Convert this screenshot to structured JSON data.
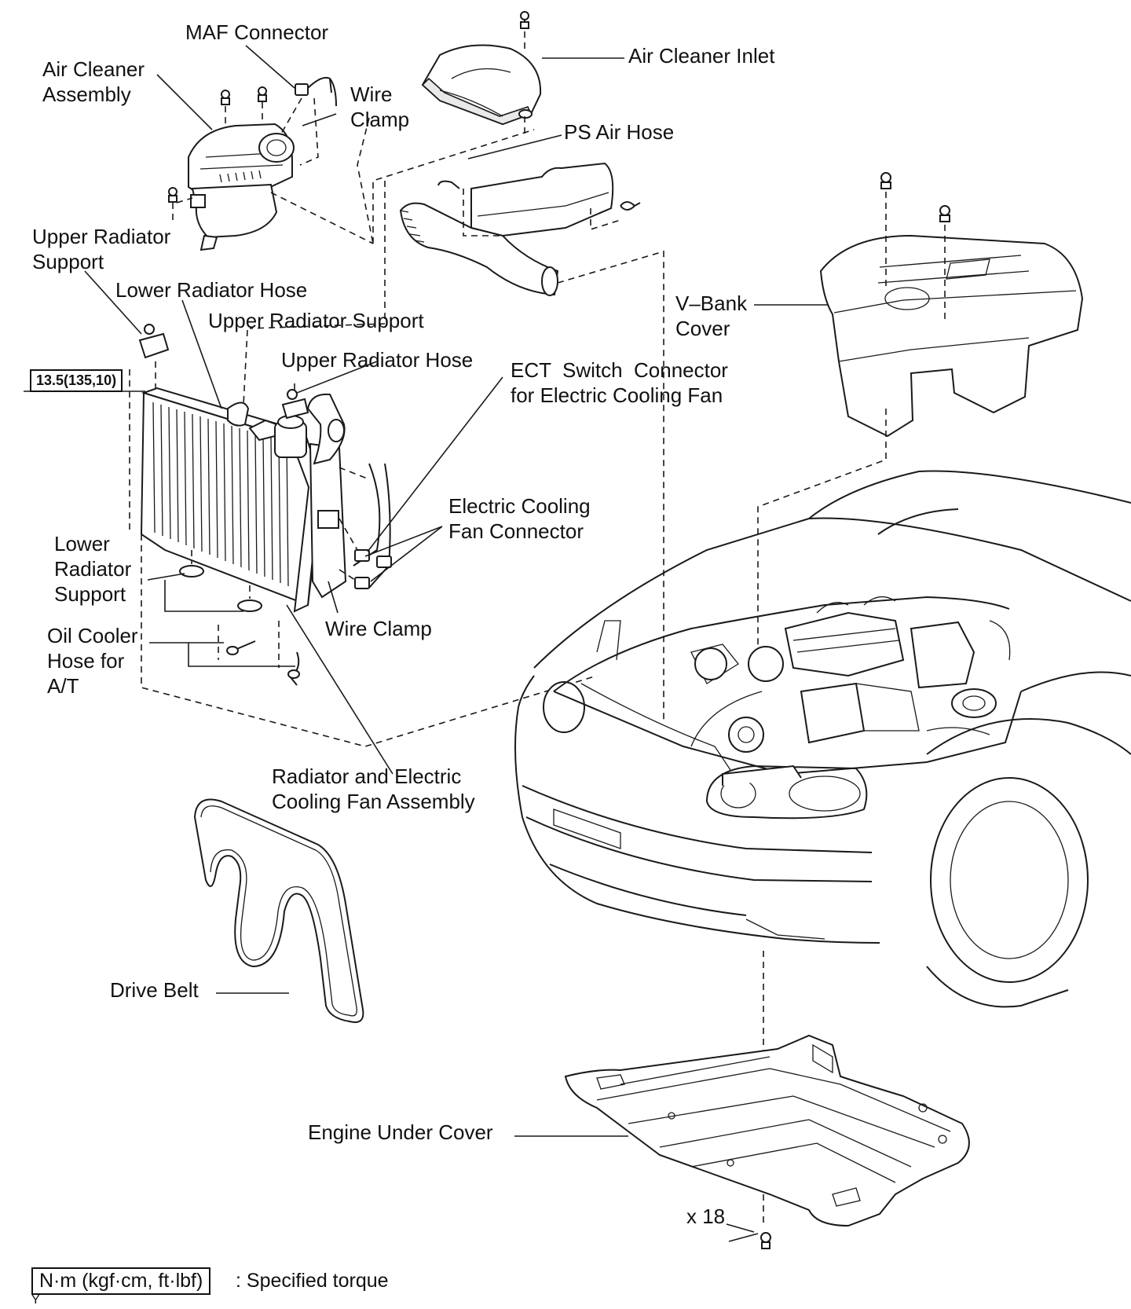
{
  "labels": {
    "maf_connector": "MAF Connector",
    "air_cleaner_assembly": "Air Cleaner\nAssembly",
    "wire_clamp_top": "Wire\nClamp",
    "air_cleaner_inlet": "Air Cleaner Inlet",
    "ps_air_hose": "PS Air Hose",
    "upper_radiator_support_left": "Upper Radiator\nSupport",
    "lower_radiator_hose": "Lower Radiator Hose",
    "upper_radiator_support": "Upper Radiator Support",
    "upper_radiator_hose": "Upper Radiator Hose",
    "ect_switch_connector": "ECT  Switch  Connector\nfor Electric Cooling Fan",
    "v_bank_cover": "V–Bank\nCover",
    "electric_cooling_fan_connector": "Electric Cooling\nFan Connector",
    "lower_radiator_support": "Lower\nRadiator\nSupport",
    "wire_clamp_bottom": "Wire Clamp",
    "oil_cooler_hose": "Oil Cooler\nHose for\nA/T",
    "radiator_fan_assembly": "Radiator and Electric\nCooling Fan Assembly",
    "drive_belt": "Drive Belt",
    "engine_under_cover": "Engine Under Cover",
    "bolt_count": "x 18"
  },
  "torque": {
    "value": "13.5(135,10)"
  },
  "legend": {
    "unit_box": "N·m (kgf·cm, ft·lbf)",
    "text": ": Specified torque"
  },
  "figure_code": "Y"
}
